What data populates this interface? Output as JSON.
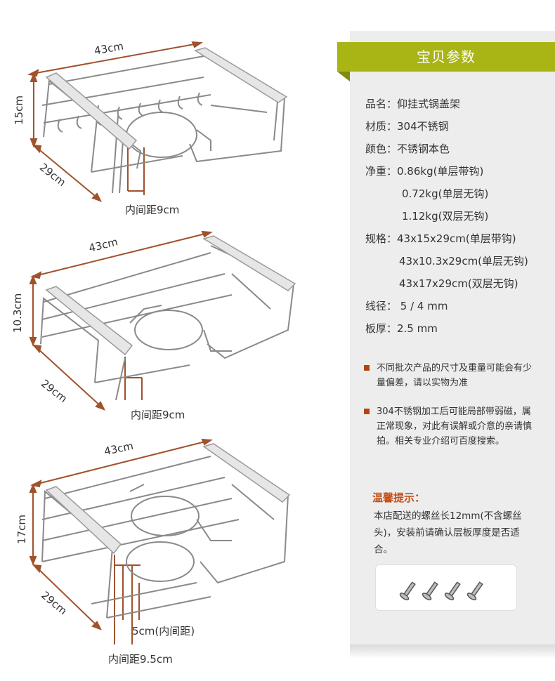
{
  "diagrams": [
    {
      "width": "43cm",
      "height": "15cm",
      "depth": "29cm",
      "inner": "内间距9cm"
    },
    {
      "width": "43cm",
      "height": "10.3cm",
      "depth": "29cm",
      "inner": "内间距9cm"
    },
    {
      "width": "43cm",
      "height": "17cm",
      "depth": "29cm",
      "inner": "内间距9.5cm",
      "inner2": "5cm(内间距)"
    }
  ],
  "panel": {
    "title": "宝贝参数",
    "specs": {
      "name": "品名：仰挂式锅盖架",
      "material": "材质：304不锈钢",
      "color": "颜色：不锈钢本色",
      "weight1": "净重：0.86kg(单层带钩)",
      "weight2": "0.72kg(单层无钩)",
      "weight3": "1.12kg(双层无钩)",
      "size1": "规格：43x15x29cm(单层带钩)",
      "size2": "43x10.3x29cm(单层无钩)",
      "size3": "43x17x29cm(双层无钩)",
      "wire": "线径： 5 / 4 mm",
      "board": "板厚：2.5 mm"
    },
    "notes": [
      "不同批次产品的尺寸及重量可能会有少量偏差，请以实物为准",
      "304不锈钢加工后可能局部带弱磁，属正常现象，对此有误解或介意的亲请慎拍。相关专业介绍可百度搜索。"
    ],
    "tip_title": "温馨提示：",
    "tip_text": "本店配送的螺丝长12mm(不含螺丝头)，安装前请确认层板厚度是否适合。"
  },
  "colors": {
    "banner": "#a8b515",
    "accent": "#b4440e",
    "dimension_line": "#a0522d"
  }
}
